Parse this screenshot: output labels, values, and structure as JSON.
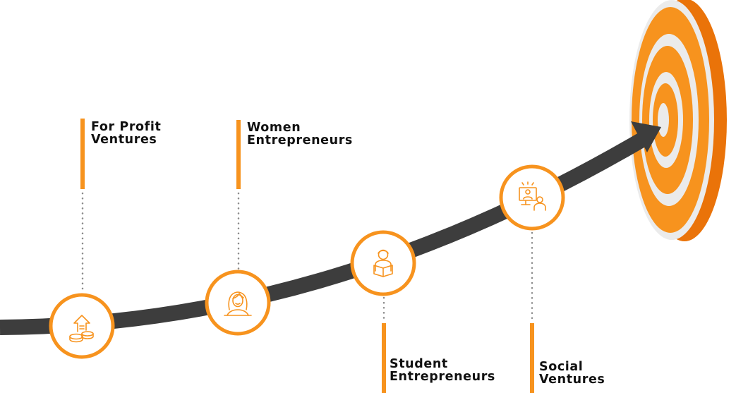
{
  "colors": {
    "accent": "#F7931E",
    "accent_dark": "#EA7309",
    "ring_light": "#EBEBEB",
    "path": "#3D3D3D",
    "dots": "#8A8A8A",
    "text": "#111111"
  },
  "milestones": [
    {
      "id": "for-profit-ventures",
      "icon": "coins-growth-icon",
      "lines": [
        "For Profit",
        "Ventures"
      ]
    },
    {
      "id": "women-entrepreneurs",
      "icon": "woman-icon",
      "lines": [
        "Women",
        "Entrepreneurs"
      ]
    },
    {
      "id": "student-entrepreneurs",
      "icon": "student-reading-icon",
      "lines": [
        "Student",
        "Entrepreneurs"
      ]
    },
    {
      "id": "social-ventures",
      "icon": "online-meeting-icon",
      "lines": [
        "Social",
        "Ventures"
      ]
    }
  ],
  "target": {
    "icon": "target-icon"
  }
}
